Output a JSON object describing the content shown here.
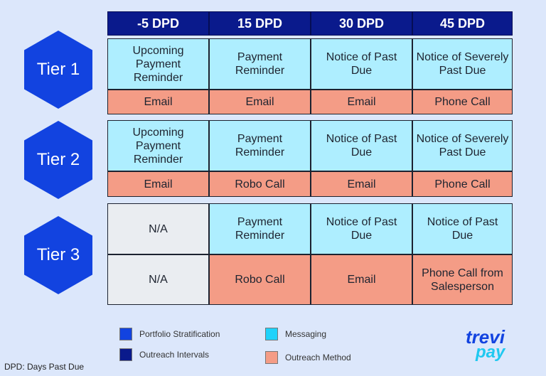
{
  "headers": [
    "-5 DPD",
    "15 DPD",
    "30 DPD",
    "45 DPD"
  ],
  "tiers": [
    {
      "label": "Tier 1",
      "messages": [
        "Upcoming Payment Reminder",
        "Payment Reminder",
        "Notice of Past Due",
        "Notice of Severely Past Due"
      ],
      "methods": [
        "Email",
        "Email",
        "Email",
        "Phone Call"
      ]
    },
    {
      "label": "Tier 2",
      "messages": [
        "Upcoming Payment Reminder",
        "Payment Reminder",
        "Notice of Past Due",
        "Notice of Severely Past Due"
      ],
      "methods": [
        "Email",
        "Robo Call",
        "Email",
        "Phone Call"
      ]
    },
    {
      "label": "Tier 3",
      "messages": [
        "N/A",
        "Payment Reminder",
        "Notice of Past Due",
        "Notice of Past Due"
      ],
      "methods": [
        "N/A",
        "Robo Call",
        "Email",
        "Phone Call from Salesperson"
      ]
    }
  ],
  "legend": {
    "portfolio": "Portfolio Stratification",
    "intervals": "Outreach Intervals",
    "messaging": "Messaging",
    "method": "Outreach Method"
  },
  "colors": {
    "portfolio": "#1243e0",
    "intervals": "#0a1a8c",
    "messaging": "#1fd2fa",
    "method": "#f49c86",
    "na": "#eaedf1"
  },
  "footnote": "DPD: Days Past Due",
  "logo": {
    "line1": "trevi",
    "line2": "pay"
  }
}
